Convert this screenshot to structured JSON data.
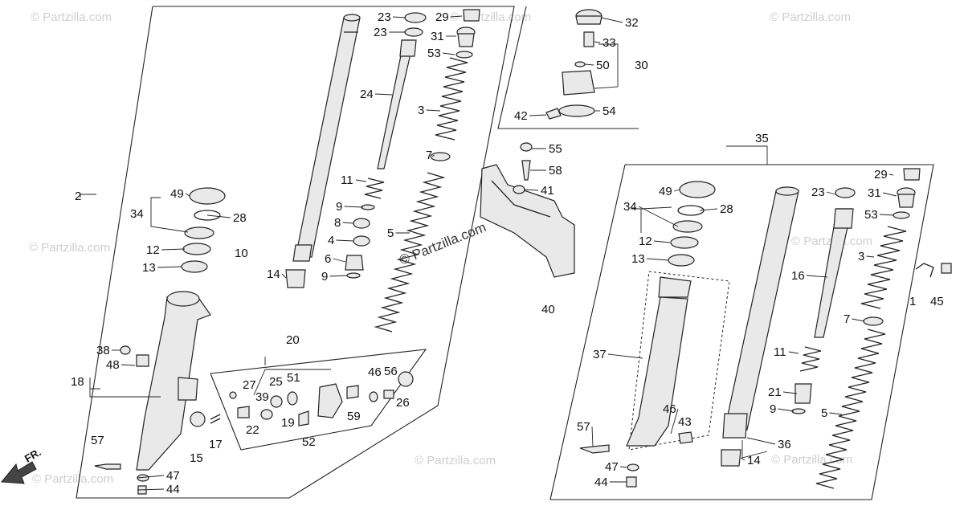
{
  "watermarks": [
    "© Partzilla.com",
    "© Partzilla.com",
    "© Partzilla.com",
    "© Partzilla.com",
    "© Partzilla.com",
    "© Partzilla.com",
    "© Partzilla.com",
    "© Partzilla.com"
  ],
  "center_watermark": "© Partzilla.com",
  "direction_label": "FR.",
  "labels": [
    "23",
    "29",
    "23",
    "31",
    "53",
    "24",
    "3",
    "7",
    "11",
    "9",
    "8",
    "4",
    "5",
    "6",
    "9",
    "10",
    "14",
    "2",
    "49",
    "34",
    "28",
    "12",
    "13",
    "38",
    "48",
    "18",
    "20",
    "27",
    "39",
    "25",
    "51",
    "46",
    "56",
    "22",
    "19",
    "52",
    "59",
    "26",
    "17",
    "15",
    "57",
    "47",
    "44",
    "32",
    "33",
    "50",
    "30",
    "42",
    "54",
    "55",
    "58",
    "41",
    "40",
    "35",
    "29",
    "23",
    "31",
    "49",
    "34",
    "28",
    "53",
    "12",
    "3",
    "13",
    "16",
    "1",
    "45",
    "7",
    "37",
    "11",
    "21",
    "9",
    "46",
    "43",
    "5",
    "57",
    "36",
    "14",
    "47",
    "44"
  ],
  "colors": {
    "ink": "#222222",
    "watermark": "#cfcfcf",
    "background": "#ffffff"
  }
}
